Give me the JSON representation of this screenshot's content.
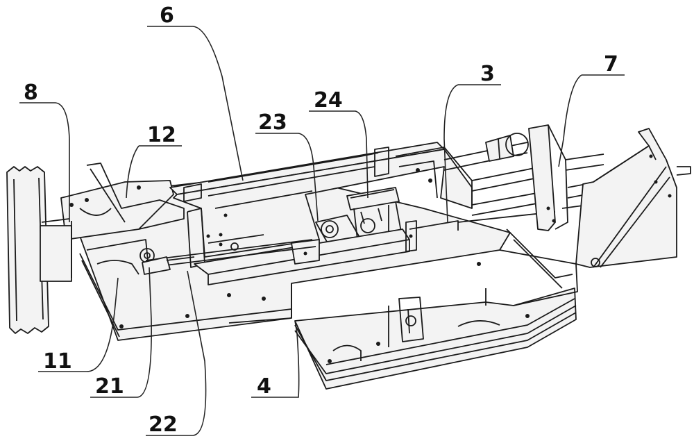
{
  "labels": {
    "l8": "8",
    "l12": "12",
    "l6": "6",
    "l23": "23",
    "l24": "24",
    "l3": "3",
    "l7": "7",
    "l11": "11",
    "l21": "21",
    "l4": "4",
    "l22": "22"
  },
  "colors": {
    "ink": "#1a1a1a",
    "background": "#ffffff"
  }
}
